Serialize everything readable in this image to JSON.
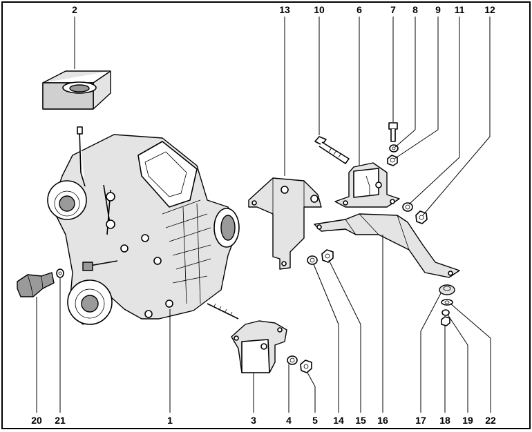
{
  "callouts": [
    {
      "id": "c2",
      "label": "2"
    },
    {
      "id": "c13",
      "label": "13"
    },
    {
      "id": "c10",
      "label": "10"
    },
    {
      "id": "c6",
      "label": "6"
    },
    {
      "id": "c7",
      "label": "7"
    },
    {
      "id": "c8",
      "label": "8"
    },
    {
      "id": "c9",
      "label": "9"
    },
    {
      "id": "c11",
      "label": "11"
    },
    {
      "id": "c12",
      "label": "12"
    },
    {
      "id": "c20",
      "label": "20"
    },
    {
      "id": "c21",
      "label": "21"
    },
    {
      "id": "c1",
      "label": "1"
    },
    {
      "id": "c3",
      "label": "3"
    },
    {
      "id": "c4",
      "label": "4"
    },
    {
      "id": "c5",
      "label": "5"
    },
    {
      "id": "c14",
      "label": "14"
    },
    {
      "id": "c15",
      "label": "15"
    },
    {
      "id": "c16",
      "label": "16"
    },
    {
      "id": "c17",
      "label": "17"
    },
    {
      "id": "c18",
      "label": "18"
    },
    {
      "id": "c19",
      "label": "19"
    },
    {
      "id": "c22",
      "label": "22"
    }
  ]
}
